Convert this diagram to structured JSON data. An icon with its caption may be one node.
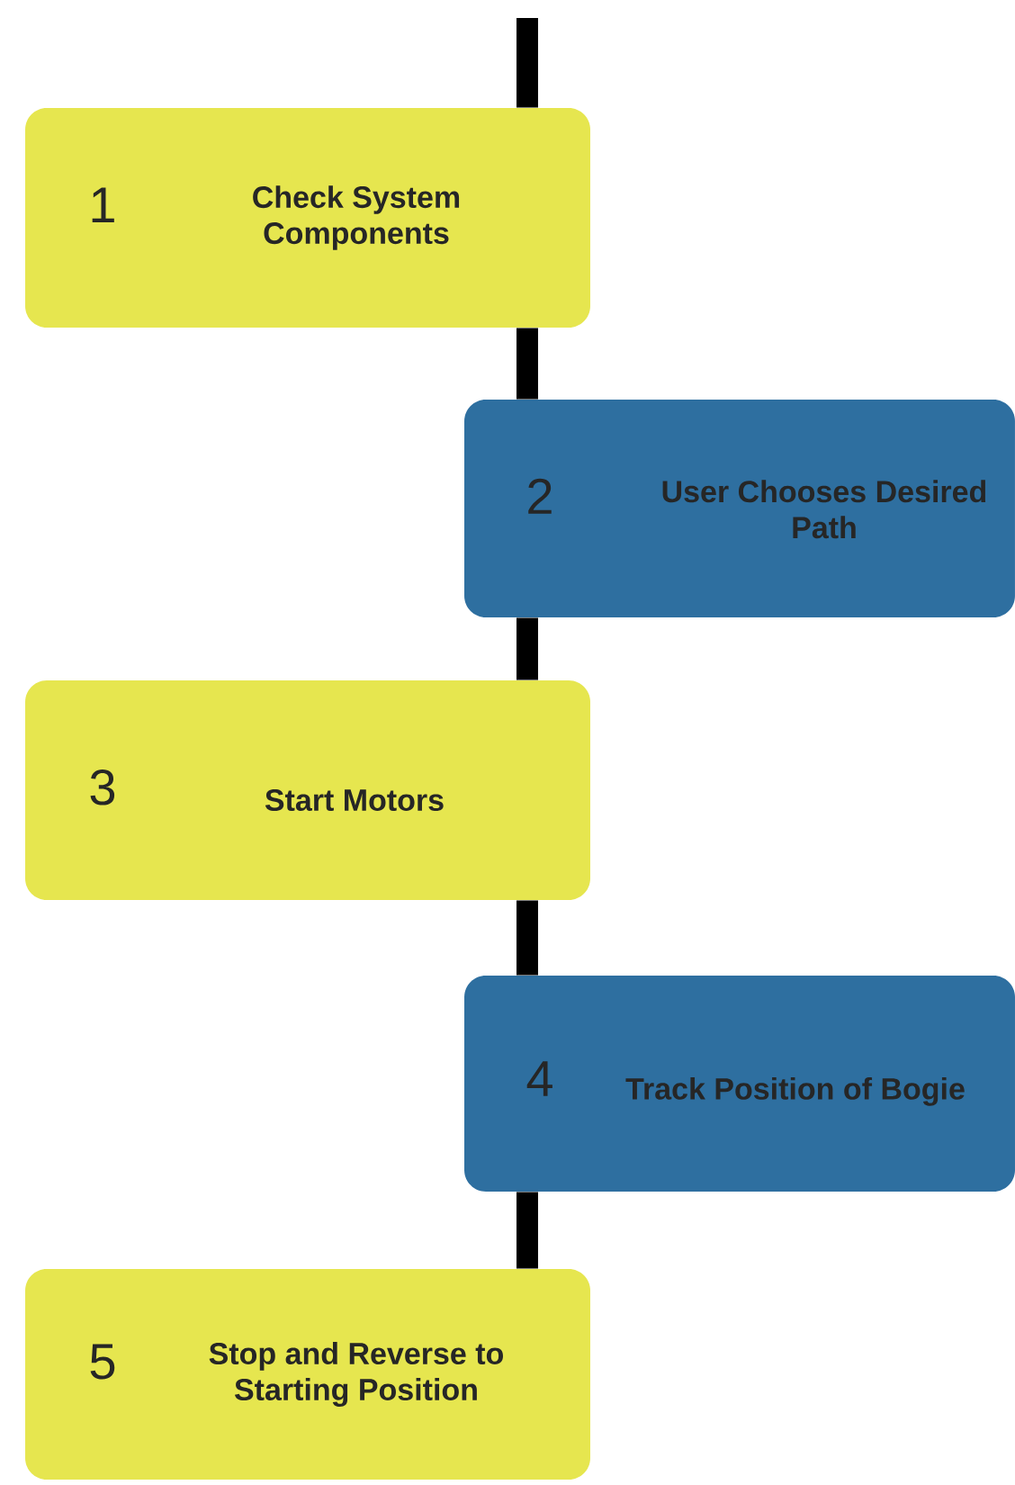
{
  "diagram": {
    "nodes": [
      {
        "text": [
          "1",
          "Check System Components"
        ]
      },
      {
        "text": [
          "2",
          "User Chooses Desired Path"
        ]
      },
      {
        "text": [
          "3",
          "Start Motors"
        ]
      },
      {
        "text": [
          "4",
          "Track Position of Bogie"
        ]
      },
      {
        "text": [
          "5",
          "Stop and Reverse to Starting Position"
        ]
      }
    ],
    "edges": [
      {
        "from": null,
        "to": 0,
        "arrow": "none"
      },
      {
        "from": 0,
        "to": 1,
        "arrow": "none"
      },
      {
        "from": 1,
        "to": 2,
        "arrow": "none"
      },
      {
        "from": 2,
        "to": 3,
        "arrow": "none"
      },
      {
        "from": 3,
        "to": 4,
        "arrow": "none"
      }
    ]
  }
}
